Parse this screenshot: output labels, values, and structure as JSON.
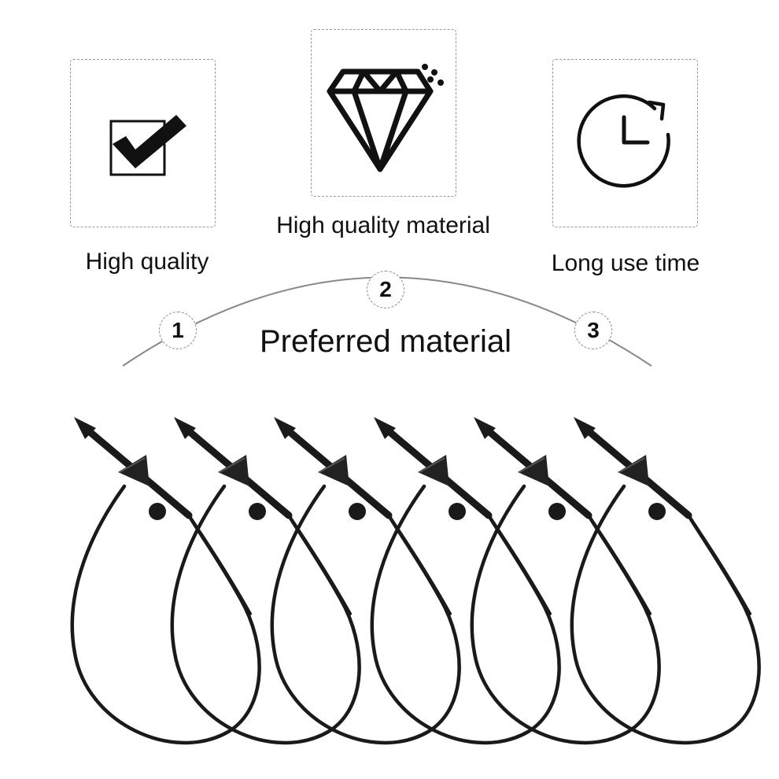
{
  "features": [
    {
      "label": "High quality",
      "icon": "checkbox-check-icon"
    },
    {
      "label": "High quality material",
      "icon": "diamond-icon"
    },
    {
      "label": "Long use time",
      "icon": "clock-icon"
    }
  ],
  "arc": {
    "title": "Preferred material",
    "steps": [
      "1",
      "2",
      "3"
    ]
  },
  "product": {
    "icon": "cable-tie-loop-icon",
    "count": 6,
    "color": "#1a1a1a"
  }
}
